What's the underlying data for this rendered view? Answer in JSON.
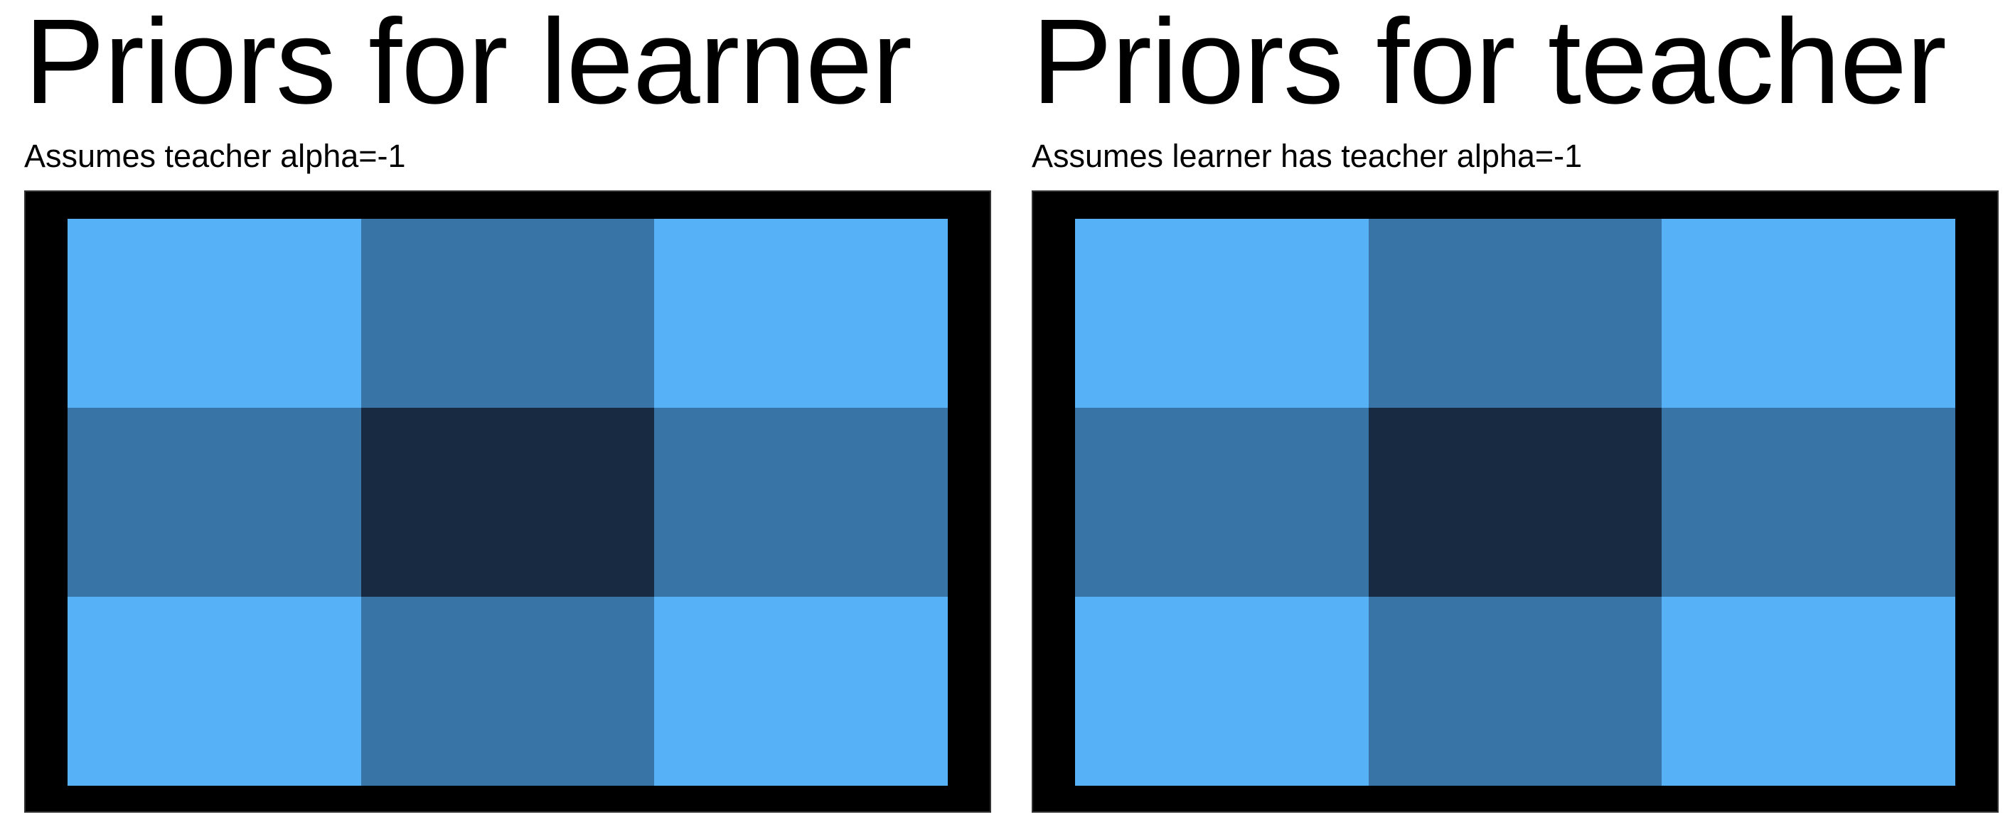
{
  "panels": [
    {
      "title": "Priors for learner",
      "subtitle": "Assumes teacher alpha=-1",
      "grid": {
        "rows": 3,
        "cols": 3,
        "cells": [
          [
            "light",
            "medium",
            "light"
          ],
          [
            "medium",
            "dark",
            "medium"
          ],
          [
            "light",
            "medium",
            "light"
          ]
        ]
      }
    },
    {
      "title": "Priors for teacher",
      "subtitle": "Assumes learner has teacher alpha=-1",
      "grid": {
        "rows": 3,
        "cols": 3,
        "cells": [
          [
            "light",
            "medium",
            "light"
          ],
          [
            "medium",
            "dark",
            "medium"
          ],
          [
            "light",
            "medium",
            "light"
          ]
        ]
      }
    }
  ],
  "colors": {
    "light": "#56B1F7",
    "medium": "#3874A6",
    "dark": "#172A42",
    "frame": "#000000",
    "background": "#FFFFFF"
  }
}
